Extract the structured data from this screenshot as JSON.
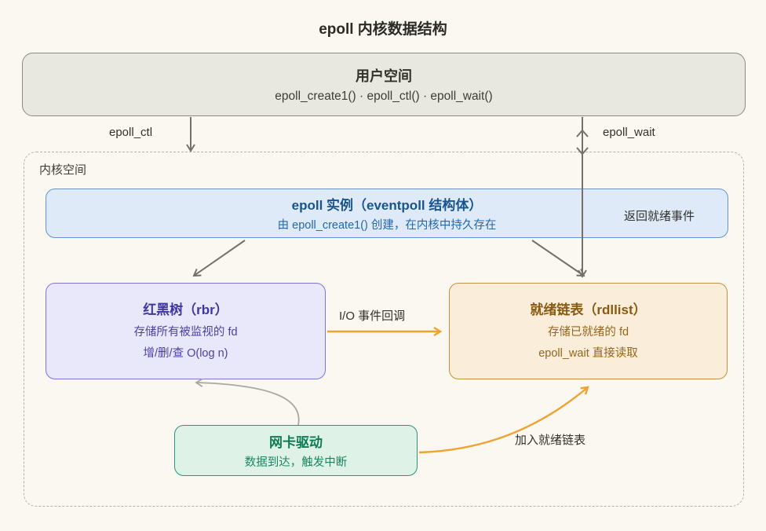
{
  "title": "epoll 内核数据结构",
  "user_space": {
    "title": "用户空间",
    "subtitle": "epoll_create1() · epoll_ctl() · epoll_wait()"
  },
  "kernel_space": {
    "label": "内核空间",
    "epoll_instance": {
      "title": "epoll 实例（eventpoll 结构体）",
      "subtitle": "由 epoll_create1() 创建，在内核中持久存在"
    },
    "rbtree": {
      "title": "红黑树（rbr）",
      "line1": "存储所有被监视的 fd",
      "line2": "增/删/查 O(log n)"
    },
    "ready_list": {
      "title": "就绪链表（rdllist）",
      "line1": "存储已就绪的 fd",
      "line2": "epoll_wait 直接读取"
    },
    "nic_driver": {
      "title": "网卡驱动",
      "subtitle": "数据到达，触发中断"
    }
  },
  "edges": {
    "epoll_ctl_label": "epoll_ctl",
    "epoll_wait_label": "epoll_wait",
    "return_ready_label": "返回就绪事件",
    "io_callback_label": "I/O 事件回调",
    "join_ready_label": "加入就绪链表"
  },
  "colors": {
    "background": "#faf8f0",
    "user_box_bg": "#e9e8e0",
    "user_box_border": "#8b8b82",
    "kernel_dashed_border": "#b3b3aa",
    "epoll_box_bg": "#dfeaf8",
    "epoll_box_border": "#6494c9",
    "epoll_text": "#17558f",
    "rbtree_box_bg": "#e9e8fa",
    "rbtree_box_border": "#7d75d9",
    "rbtree_text": "#3f37a0",
    "rdllist_box_bg": "#faeeda",
    "rdllist_box_border": "#c3913f",
    "rdllist_text": "#8a5a10",
    "nic_box_bg": "#def2e8",
    "nic_box_border": "#2f9378",
    "nic_text": "#0f7a56",
    "arrow_gray": "#72726b",
    "arrow_light_gray": "#a9a9a1",
    "arrow_orange": "#f0a232"
  }
}
